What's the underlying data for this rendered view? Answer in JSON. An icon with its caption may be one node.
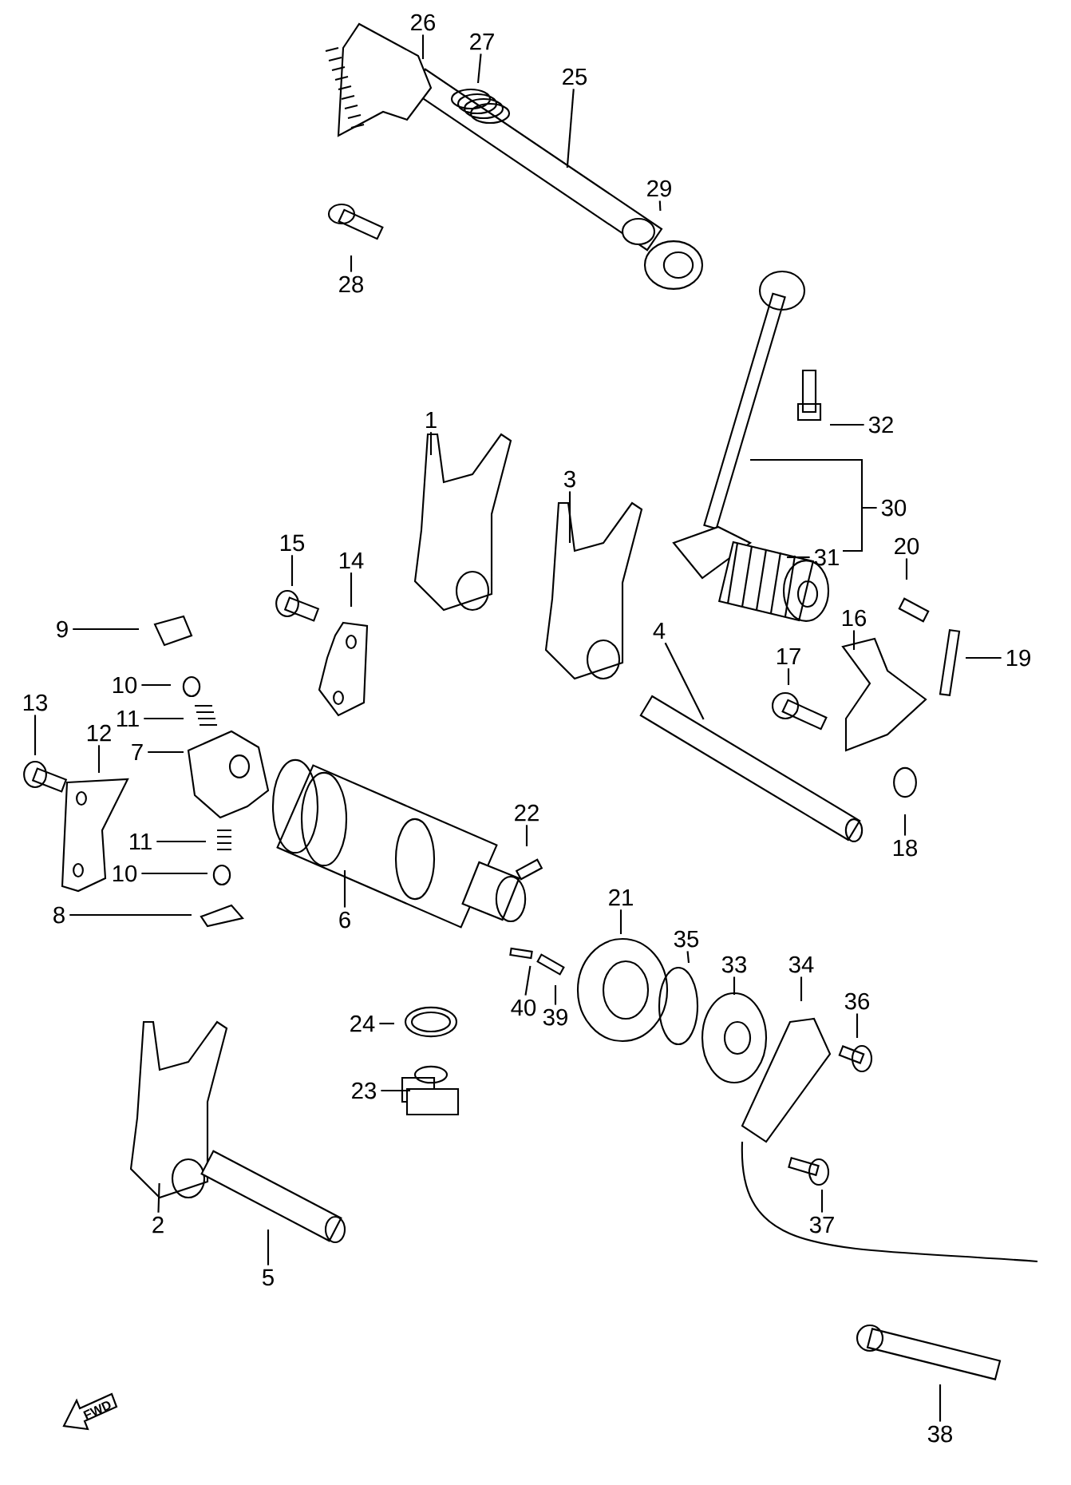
{
  "diagram": {
    "nodes": [
      {
        "text": [
          "26"
        ]
      },
      {
        "text": [
          "27"
        ]
      },
      {
        "text": [
          "25"
        ]
      },
      {
        "text": [
          "29"
        ]
      },
      {
        "text": [
          "28"
        ]
      },
      {
        "text": [
          "32"
        ]
      },
      {
        "text": [
          "1"
        ]
      },
      {
        "text": [
          "30"
        ]
      },
      {
        "text": [
          "3"
        ]
      },
      {
        "text": [
          "15"
        ]
      },
      {
        "text": [
          "14"
        ]
      },
      {
        "text": [
          "31"
        ]
      },
      {
        "text": [
          "20"
        ]
      },
      {
        "text": [
          "16"
        ]
      },
      {
        "text": [
          "9"
        ]
      },
      {
        "text": [
          "4"
        ]
      },
      {
        "text": [
          "17"
        ]
      },
      {
        "text": [
          "19"
        ]
      },
      {
        "text": [
          "10"
        ]
      },
      {
        "text": [
          "11"
        ]
      },
      {
        "text": [
          "13"
        ]
      },
      {
        "text": [
          "12"
        ]
      },
      {
        "text": [
          "7"
        ]
      },
      {
        "text": [
          "22"
        ]
      },
      {
        "text": [
          "11"
        ]
      },
      {
        "text": [
          "18"
        ]
      },
      {
        "text": [
          "10"
        ]
      },
      {
        "text": [
          "21"
        ]
      },
      {
        "text": [
          "8"
        ]
      },
      {
        "text": [
          "6"
        ]
      },
      {
        "text": [
          "35"
        ]
      },
      {
        "text": [
          "33"
        ]
      },
      {
        "text": [
          "34"
        ]
      },
      {
        "text": [
          "36"
        ]
      },
      {
        "text": [
          "40"
        ]
      },
      {
        "text": [
          "39"
        ]
      },
      {
        "text": [
          "24"
        ]
      },
      {
        "text": [
          "23"
        ]
      },
      {
        "text": [
          "2"
        ]
      },
      {
        "text": [
          "37"
        ]
      },
      {
        "text": [
          "5"
        ]
      },
      {
        "text": [
          "38"
        ]
      }
    ],
    "edges": [
      {
        "from": 0,
        "to": null,
        "arrow": "none"
      },
      {
        "from": 1,
        "to": null,
        "arrow": "none"
      },
      {
        "from": 2,
        "to": null,
        "arrow": "none"
      },
      {
        "from": 3,
        "to": null,
        "arrow": "none"
      },
      {
        "from": 4,
        "to": null,
        "arrow": "none"
      },
      {
        "from": 5,
        "to": null,
        "arrow": "none"
      },
      {
        "from": 6,
        "to": null,
        "arrow": "none"
      },
      {
        "from": 7,
        "to": null,
        "arrow": "none"
      },
      {
        "from": 8,
        "to": null,
        "arrow": "none"
      },
      {
        "from": 9,
        "to": null,
        "arrow": "none"
      },
      {
        "from": 10,
        "to": null,
        "arrow": "none"
      },
      {
        "from": 11,
        "to": null,
        "arrow": "none"
      },
      {
        "from": 12,
        "to": null,
        "arrow": "none"
      },
      {
        "from": 13,
        "to": null,
        "arrow": "none"
      },
      {
        "from": 14,
        "to": null,
        "arrow": "none"
      },
      {
        "from": 15,
        "to": null,
        "arrow": "none"
      },
      {
        "from": 16,
        "to": null,
        "arrow": "none"
      },
      {
        "from": 17,
        "to": null,
        "arrow": "none"
      },
      {
        "from": 18,
        "to": null,
        "arrow": "none"
      },
      {
        "from": 19,
        "to": null,
        "arrow": "none"
      },
      {
        "from": 20,
        "to": null,
        "arrow": "none"
      },
      {
        "from": 21,
        "to": null,
        "arrow": "none"
      },
      {
        "from": 22,
        "to": null,
        "arrow": "none"
      },
      {
        "from": 23,
        "to": null,
        "arrow": "none"
      },
      {
        "from": 24,
        "to": null,
        "arrow": "none"
      },
      {
        "from": 25,
        "to": null,
        "arrow": "none"
      },
      {
        "from": 26,
        "to": null,
        "arrow": "none"
      },
      {
        "from": 27,
        "to": null,
        "arrow": "none"
      },
      {
        "from": 28,
        "to": null,
        "arrow": "none"
      },
      {
        "from": 29,
        "to": null,
        "arrow": "none"
      },
      {
        "from": 30,
        "to": null,
        "arrow": "none"
      },
      {
        "from": 31,
        "to": null,
        "arrow": "none"
      },
      {
        "from": 32,
        "to": null,
        "arrow": "none"
      },
      {
        "from": 33,
        "to": null,
        "arrow": "none"
      },
      {
        "from": 34,
        "to": null,
        "arrow": "none"
      },
      {
        "from": 35,
        "to": null,
        "arrow": "none"
      },
      {
        "from": 36,
        "to": null,
        "arrow": "none"
      },
      {
        "from": 37,
        "to": null,
        "arrow": "none"
      },
      {
        "from": 38,
        "to": null,
        "arrow": "none"
      },
      {
        "from": 39,
        "to": null,
        "arrow": "none"
      },
      {
        "from": 40,
        "to": null,
        "arrow": "none"
      },
      {
        "from": 41,
        "to": null,
        "arrow": "none"
      }
    ],
    "labels": [
      "FWD"
    ]
  }
}
